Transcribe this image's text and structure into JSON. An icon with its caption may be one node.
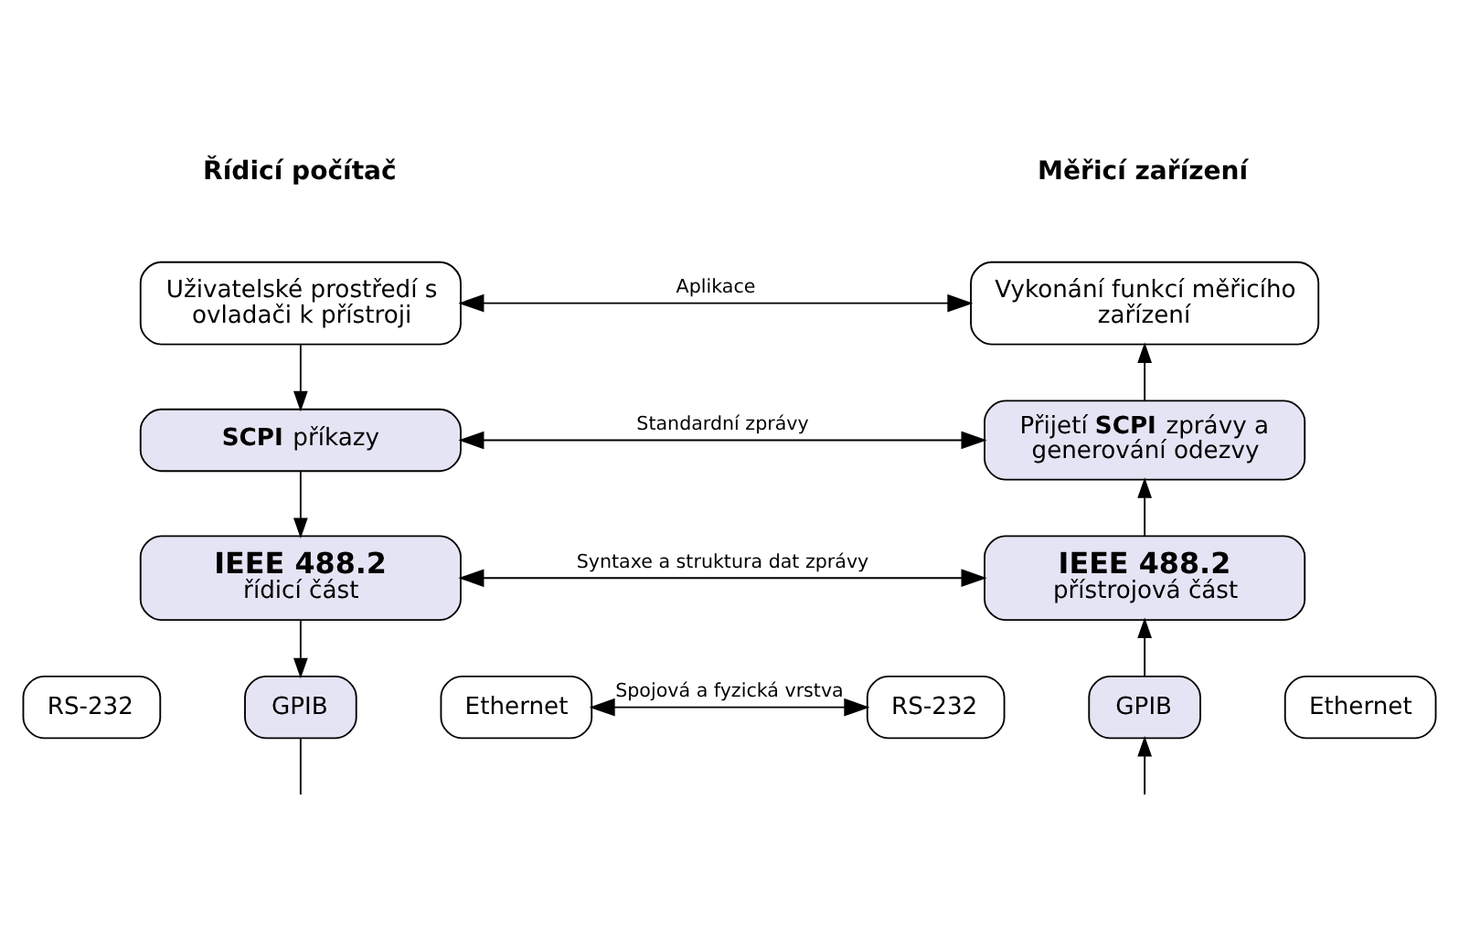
{
  "diagram": {
    "nodes": [
      {
        "text": [
          "Uživatelské prostředí s ovladači k přístroji"
        ]
      },
      {
        "text": [
          "Vykonání funkcí měřicího zařízení"
        ]
      },
      {
        "text": [
          "**SCPI** příkazy"
        ]
      },
      {
        "text": [
          "Přijetí **SCPI** zprávy a generování odezvy"
        ]
      },
      {
        "text": [
          "IEEE 488.2",
          "řídicí část"
        ]
      },
      {
        "text": [
          "IEEE 488.2",
          "přístrojová část"
        ]
      },
      {
        "text": [
          "RS-232"
        ]
      },
      {
        "text": [
          "GPIB"
        ]
      },
      {
        "text": [
          "Ethernet"
        ]
      },
      {
        "text": [
          "RS-232"
        ]
      },
      {
        "text": [
          "GPIB"
        ]
      },
      {
        "text": [
          "Ethernet"
        ]
      }
    ],
    "edges": [
      {
        "from": 0,
        "to": 1,
        "arrow": "both",
        "label": "Aplikace"
      },
      {
        "from": 2,
        "to": 3,
        "arrow": "both",
        "label": "Standardní zprávy"
      },
      {
        "from": 4,
        "to": 5,
        "arrow": "both",
        "label": "Syntaxe a struktura dat zprávy"
      },
      {
        "from": 8,
        "to": 9,
        "arrow": "both",
        "label": "Spojová a fyzická vrstva"
      },
      {
        "from": 0,
        "to": 2,
        "arrow": "to"
      },
      {
        "from": 2,
        "to": 4,
        "arrow": "to"
      },
      {
        "from": 4,
        "to": 7,
        "arrow": "to"
      },
      {
        "from": 7,
        "to": null,
        "arrow": "none"
      },
      {
        "from": null,
        "to": 10,
        "arrow": "to"
      },
      {
        "from": 10,
        "to": 5,
        "arrow": "to"
      },
      {
        "from": 5,
        "to": 3,
        "arrow": "to"
      },
      {
        "from": 3,
        "to": 1,
        "arrow": "to"
      }
    ],
    "labels": [
      "Řídicí počítač",
      "Měřicí zařízení"
    ]
  }
}
